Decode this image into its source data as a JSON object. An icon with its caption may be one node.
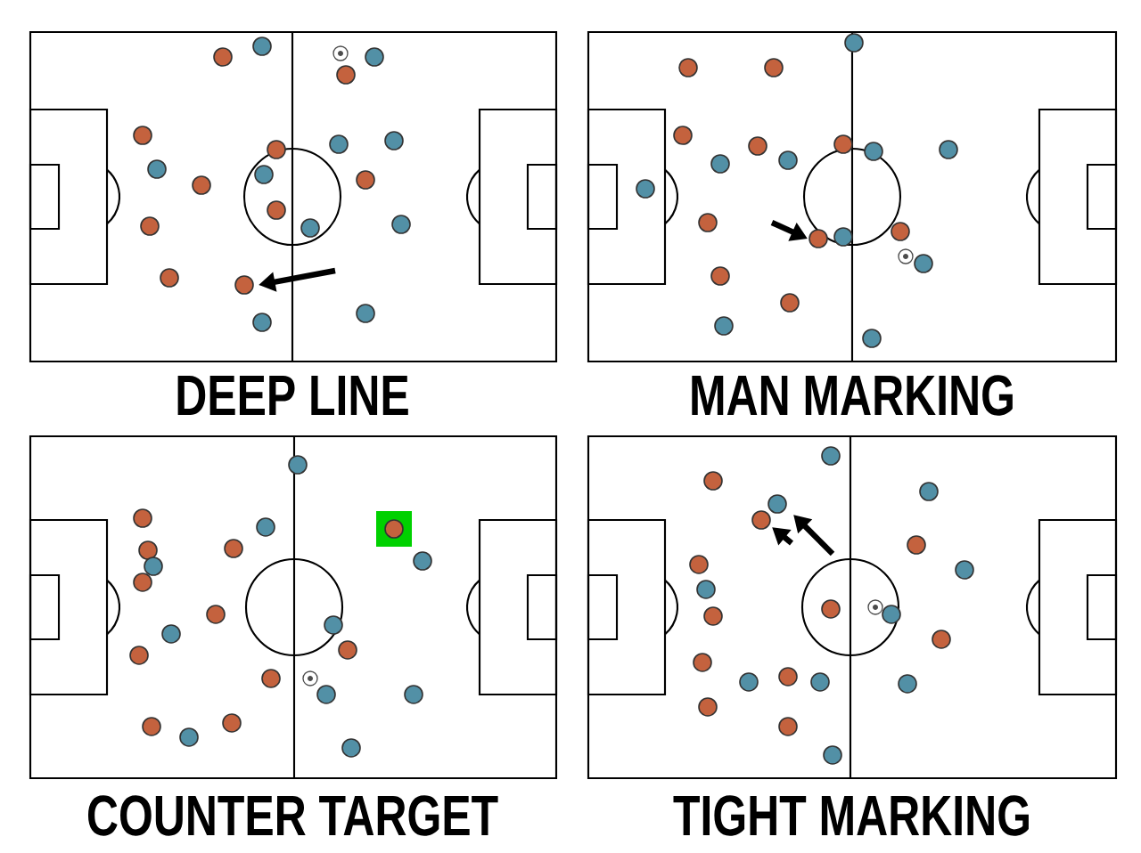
{
  "diagram": {
    "labels": [
      "DEEP LINE",
      "MAN MARKING",
      "COUNTER TARGET",
      "TIGHT MARKING"
    ]
  }
}
